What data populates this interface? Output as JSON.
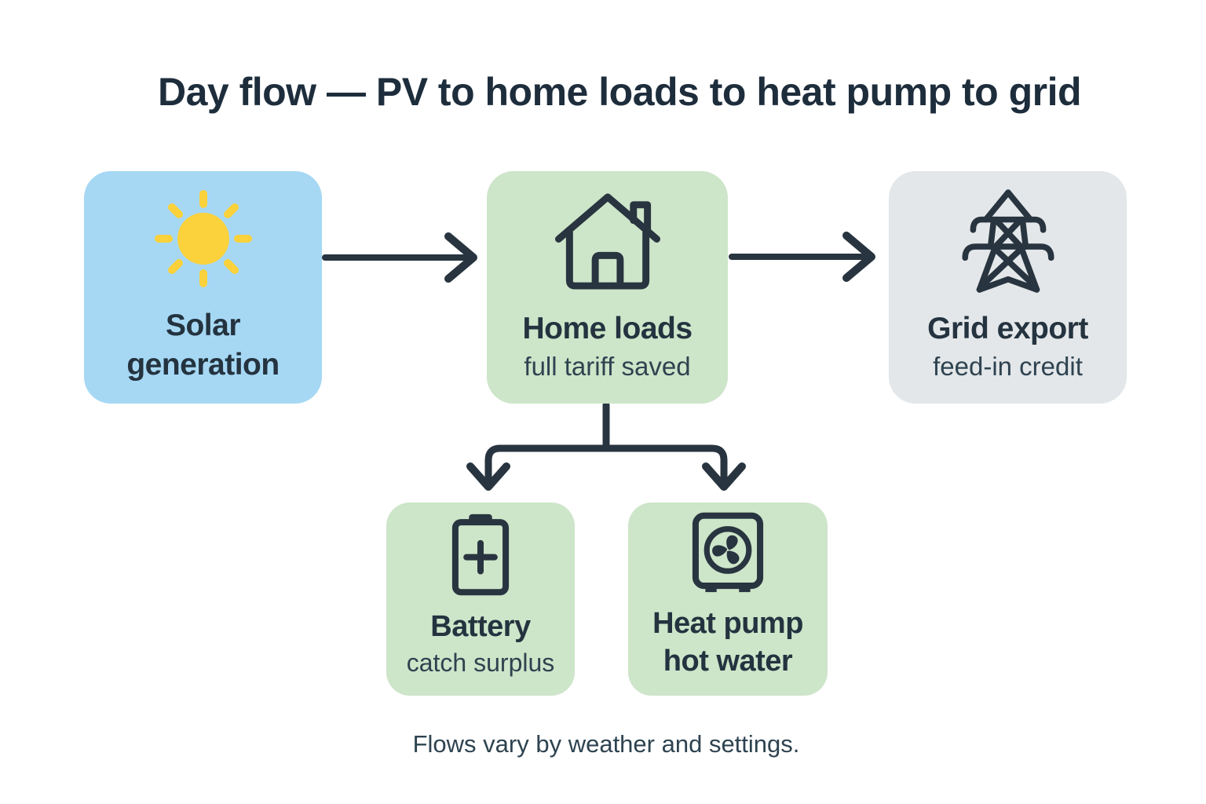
{
  "title": "Day flow — PV to home loads to heat pump to grid",
  "footer": "Flows vary by weather and settings.",
  "colors": {
    "background": "#ffffff",
    "title_text": "#1e2d3c",
    "node_title_text": "#24333f",
    "node_subtitle_text": "#2e4350",
    "footer_text": "#2e4350",
    "arrow": "#28343f",
    "icon_stroke": "#28343f",
    "solar_box": "#a6d8f4",
    "green_box": "#cde5c9",
    "grid_box": "#e3e7e9",
    "sun_yellow": "#fbd23c"
  },
  "icons": {
    "solar": "sun-icon",
    "home": "house-icon",
    "grid": "transmission-tower-icon",
    "battery": "battery-icon",
    "heat_pump": "heat-pump-fan-icon"
  },
  "nodes": {
    "solar": {
      "line1": "Solar",
      "line2": "generation"
    },
    "home": {
      "title": "Home loads",
      "subtitle": "full tariff saved"
    },
    "grid": {
      "title": "Grid export",
      "subtitle": "feed-in credit"
    },
    "battery": {
      "title": "Battery",
      "subtitle": "catch surplus"
    },
    "heat_pump": {
      "line1": "Heat pump",
      "line2": "hot water"
    }
  },
  "edges": [
    {
      "from": "solar",
      "to": "home"
    },
    {
      "from": "home",
      "to": "grid"
    },
    {
      "from": "home",
      "to": "battery"
    },
    {
      "from": "home",
      "to": "heat_pump"
    }
  ]
}
